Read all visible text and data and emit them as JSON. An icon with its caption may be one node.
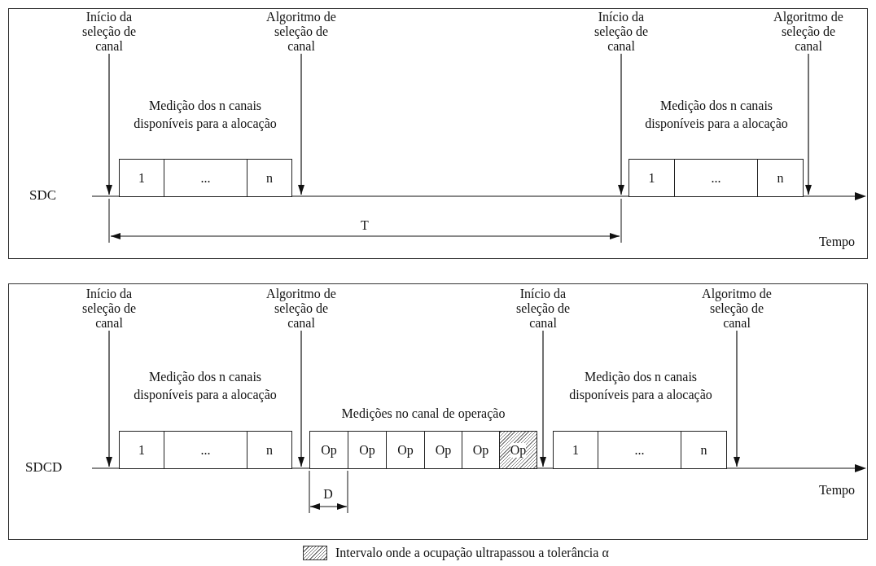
{
  "diagram": {
    "nodes": [
      {
        "text": [
          "SDC"
        ]
      },
      {
        "text": [
          "Início da seleção de canal"
        ],
        "in": 0
      },
      {
        "text": [
          "Algoritmo de seleção de canal"
        ],
        "in": 0
      },
      {
        "text": [
          "Início da seleção de canal"
        ],
        "in": 0
      },
      {
        "text": [
          "Algoritmo de seleção de canal"
        ],
        "in": 0
      },
      {
        "text": [
          "1"
        ],
        "in": 0
      },
      {
        "text": [
          "..."
        ],
        "in": 0
      },
      {
        "text": [
          "n"
        ],
        "in": 0
      },
      {
        "text": [
          "1"
        ],
        "in": 0
      },
      {
        "text": [
          "..."
        ],
        "in": 0
      },
      {
        "text": [
          "n"
        ],
        "in": 0
      },
      {
        "text": [
          "SDCD"
        ]
      },
      {
        "text": [
          "Início da seleção de canal"
        ],
        "in": 11
      },
      {
        "text": [
          "Algoritmo de seleção de canal"
        ],
        "in": 11
      },
      {
        "text": [
          "Início da seleção de canal"
        ],
        "in": 11
      },
      {
        "text": [
          "Algoritmo de seleção de canal"
        ],
        "in": 11
      },
      {
        "text": [
          "1"
        ],
        "in": 11
      },
      {
        "text": [
          "..."
        ],
        "in": 11
      },
      {
        "text": [
          "n"
        ],
        "in": 11
      },
      {
        "text": [
          "Op"
        ],
        "in": 11
      },
      {
        "text": [
          "Op"
        ],
        "in": 11
      },
      {
        "text": [
          "Op"
        ],
        "in": 11
      },
      {
        "text": [
          "Op"
        ],
        "in": 11
      },
      {
        "text": [
          "Op"
        ],
        "in": 11
      },
      {
        "text": [
          "Op"
        ],
        "in": 11
      },
      {
        "text": [
          "1"
        ],
        "in": 11
      },
      {
        "text": [
          "..."
        ],
        "in": 11
      },
      {
        "text": [
          "n"
        ],
        "in": 11
      },
      {
        "text": [],
        "shape": "line",
        "in": 0
      },
      {
        "text": [],
        "shape": "line",
        "in": 11
      }
    ],
    "edges": [
      {
        "from": 1,
        "to": 28,
        "arrow": "to"
      },
      {
        "from": 2,
        "to": 28,
        "arrow": "to"
      },
      {
        "from": 3,
        "to": 28,
        "arrow": "to"
      },
      {
        "from": 4,
        "to": 28,
        "arrow": "to"
      },
      {
        "from": 12,
        "to": 29,
        "arrow": "to"
      },
      {
        "from": 13,
        "to": 29,
        "arrow": "to"
      },
      {
        "from": 14,
        "to": 29,
        "arrow": "to"
      },
      {
        "from": 15,
        "to": 29,
        "arrow": "to"
      }
    ],
    "labels": [
      "Medição dos n canais disponíveis para a alocação",
      "Medição dos n canais disponíveis para a alocação",
      "Tempo",
      "T",
      "Medição dos n canais disponíveis para a alocação",
      "Medições no canal de operação",
      "Medição dos n canais disponíveis para a alocação",
      "Tempo",
      "D"
    ],
    "legend": [
      {
        "text": "Intervalo onde a ocupação ultrapassou a tolerância α"
      }
    ]
  }
}
